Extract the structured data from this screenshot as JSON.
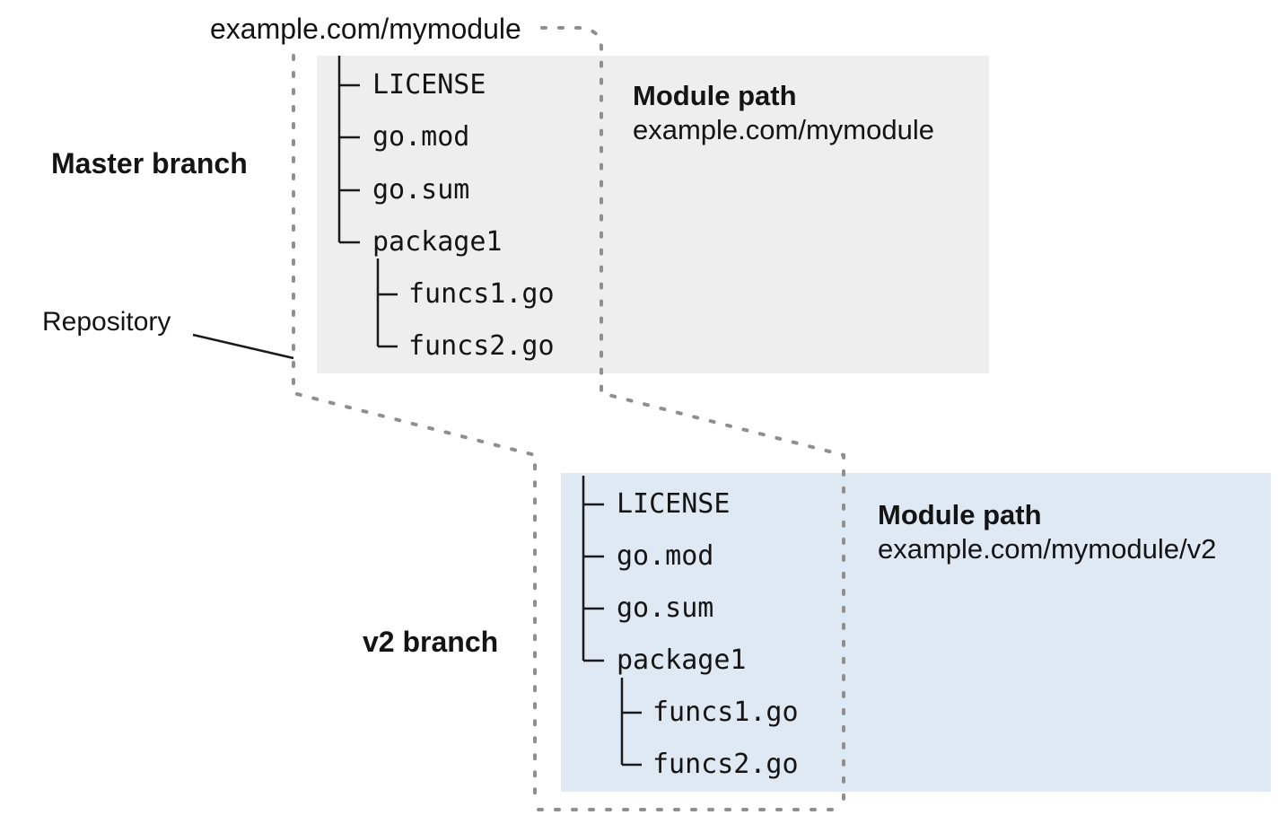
{
  "labels": {
    "repo_url": "example.com/mymodule",
    "master_branch": "Master branch",
    "repository": "Repository",
    "v2_branch": "v2 branch"
  },
  "master": {
    "module_path_label": "Module path",
    "module_path": "example.com/mymodule",
    "tree": [
      "LICENSE",
      "go.mod",
      "go.sum",
      "package1",
      "funcs1.go",
      "funcs2.go"
    ]
  },
  "v2": {
    "module_path_label": "Module path",
    "module_path": "example.com/mymodule/v2",
    "tree": [
      "LICENSE",
      "go.mod",
      "go.sum",
      "package1",
      "funcs1.go",
      "funcs2.go"
    ]
  },
  "colors": {
    "master_box": "#eeeeee",
    "v2_box": "#dfe9f4",
    "dashed_line": "#8f8f8f",
    "tree_line": "#1a1a1a",
    "text": "#141414"
  }
}
